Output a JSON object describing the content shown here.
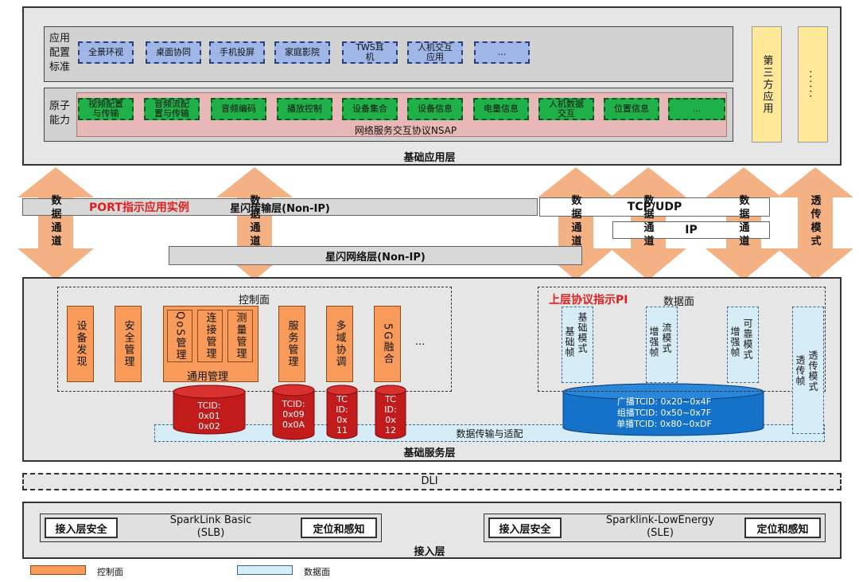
{
  "colors": {
    "orange": "#f79a5a",
    "lightblue": "#d6ecf7",
    "red_cylinder": "#c21b1b",
    "blue_cylinder": "#1572c9",
    "arrow": "#f4b183"
  },
  "app_layer": {
    "title": "基础应用层",
    "config_label": "应用\n配置\n标准",
    "config_items": [
      "全景环视",
      "桌面协同",
      "手机投屏",
      "家庭影院",
      "TWS耳\n机",
      "人机交互\n应用",
      "..."
    ],
    "atomic_label": "原子\n能力",
    "atomic_items": [
      "视频配置\n与传输",
      "音频流配\n置与传输",
      "音频编码",
      "播放控制",
      "设备集合",
      "设备信息",
      "电量信息",
      "人机数据\n交互",
      "位置信息",
      "..."
    ],
    "nsap": "网络服务交互协议NSAP",
    "third_party": "第三方应用",
    "ellipsis": "......"
  },
  "middle": {
    "arrow_label": "数据通道",
    "transparent_label": "透传模式",
    "port_note": "PORT指示应用实例",
    "transport": "星闪传输层(Non-IP)",
    "network": "星闪网络层(Non-IP)",
    "tcpudp": "TCP/UDP",
    "ip": "IP"
  },
  "service_layer": {
    "title": "基础服务层",
    "control_plane": "控制面",
    "data_plane": "数据面",
    "upper_pi": "上层协议指示PI",
    "device_discovery": "设备发现",
    "security": "安全管理",
    "qos": "QoS管理",
    "conn": "连接管理",
    "measure": "测量管理",
    "general": "通用管理",
    "service_mgmt": "服务管理",
    "multidomain": "多域协调",
    "fiveg": "5G融合",
    "dots": "...",
    "tcid1": "TCID:\n0x01\n0x02",
    "tcid2": "TCID:\n0x09\n0x0A",
    "tcid3": "TC\nID:\n0x\n11",
    "tcid4": "TC\nID:\n0x\n12",
    "basic_mode": "基础模式",
    "basic_frame": "基础帧",
    "stream_mode": "流模式",
    "enhanced_frame": "增强帧",
    "reliable_mode": "可靠模式",
    "enhanced_frame2": "增强帧",
    "transparent_mode": "透传模式",
    "transparent_frame": "透传帧",
    "broadcast": "广播TCID: 0x20~0x4F",
    "multicast": "组播TCID: 0x50~0x7F",
    "unicast": "单播TCID: 0x80~0xDF",
    "data_transfer": "数据传输与适配"
  },
  "dli": "DLI",
  "access_layer": {
    "title": "接入层",
    "sec1": "接入层安全",
    "slb": "SparkLink Basic\n(SLB)",
    "loc1": "定位和感知",
    "sec2": "接入层安全",
    "sle": "Sparklink-LowEnergy\n(SLE)",
    "loc2": "定位和感知"
  },
  "legend": {
    "control": "控制面",
    "data": "数据面"
  }
}
